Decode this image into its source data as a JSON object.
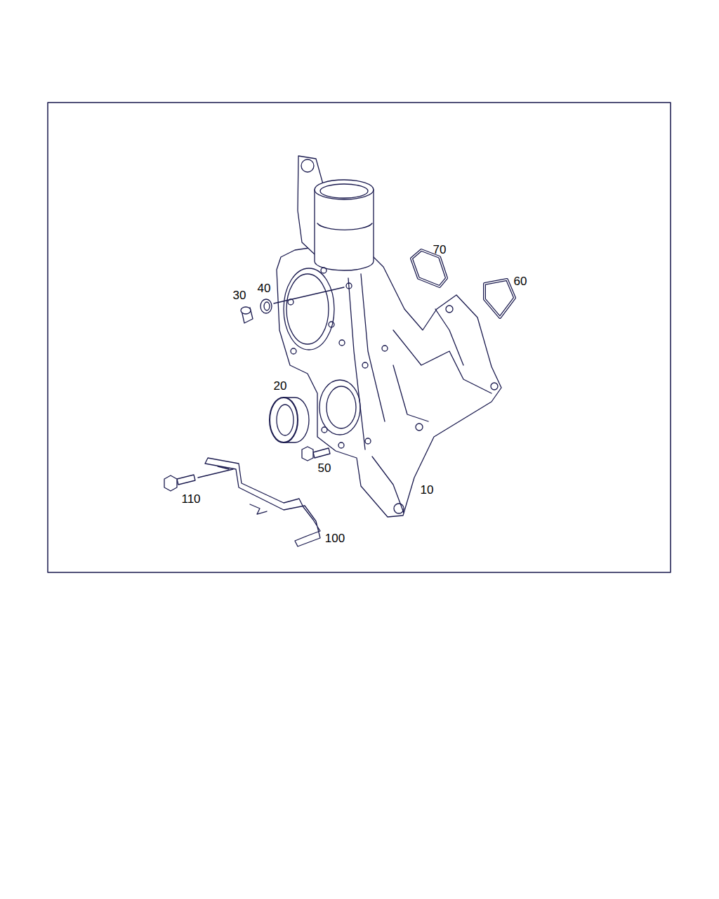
{
  "diagram": {
    "labels": [
      "70",
      "60",
      "40",
      "30",
      "20",
      "50",
      "10",
      "110",
      "100"
    ]
  }
}
